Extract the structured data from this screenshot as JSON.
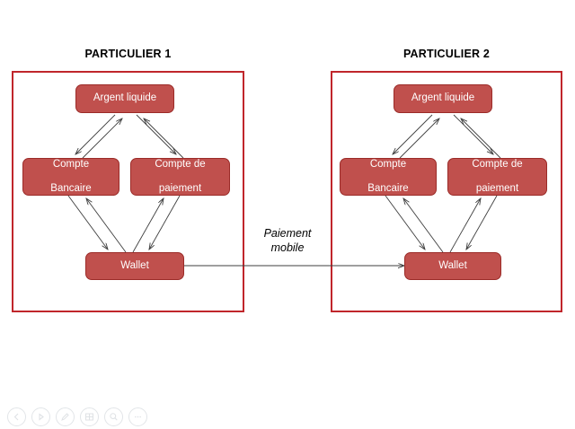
{
  "slide": {
    "background_color": "#ffffff",
    "panel_border_color": "#c0262b",
    "node_fill_color": "#c0504d",
    "node_border_color": "#9b2b28",
    "node_text_color": "#ffffff",
    "arrow_color": "#3f3f3f"
  },
  "panels": [
    {
      "id": "particulier-1",
      "title": "PARTICULIER 1",
      "nodes": {
        "cash": "Argent liquide",
        "bank_line1": "Compte",
        "bank_line2": "Bancaire",
        "payment_line1": "Compte de",
        "payment_line2": "paiement",
        "wallet": "Wallet"
      }
    },
    {
      "id": "particulier-2",
      "title": "PARTICULIER 2",
      "nodes": {
        "cash": "Argent liquide",
        "bank_line1": "Compte",
        "bank_line2": "Bancaire",
        "payment_line1": "Compte de",
        "payment_line2": "paiement",
        "wallet": "Wallet"
      }
    }
  ],
  "connector": {
    "label_line1": "Paiement",
    "label_line2": "mobile"
  },
  "toolbar": {
    "items": [
      {
        "name": "previous-slide-button",
        "icon": "chevron-left-icon"
      },
      {
        "name": "next-slide-button",
        "icon": "play-triangle-icon"
      },
      {
        "name": "pen-tool-button",
        "icon": "pen-icon"
      },
      {
        "name": "slide-grid-button",
        "icon": "grid-view-icon"
      },
      {
        "name": "zoom-button",
        "icon": "magnifier-icon"
      },
      {
        "name": "more-options-button",
        "icon": "ellipsis-icon"
      }
    ]
  }
}
